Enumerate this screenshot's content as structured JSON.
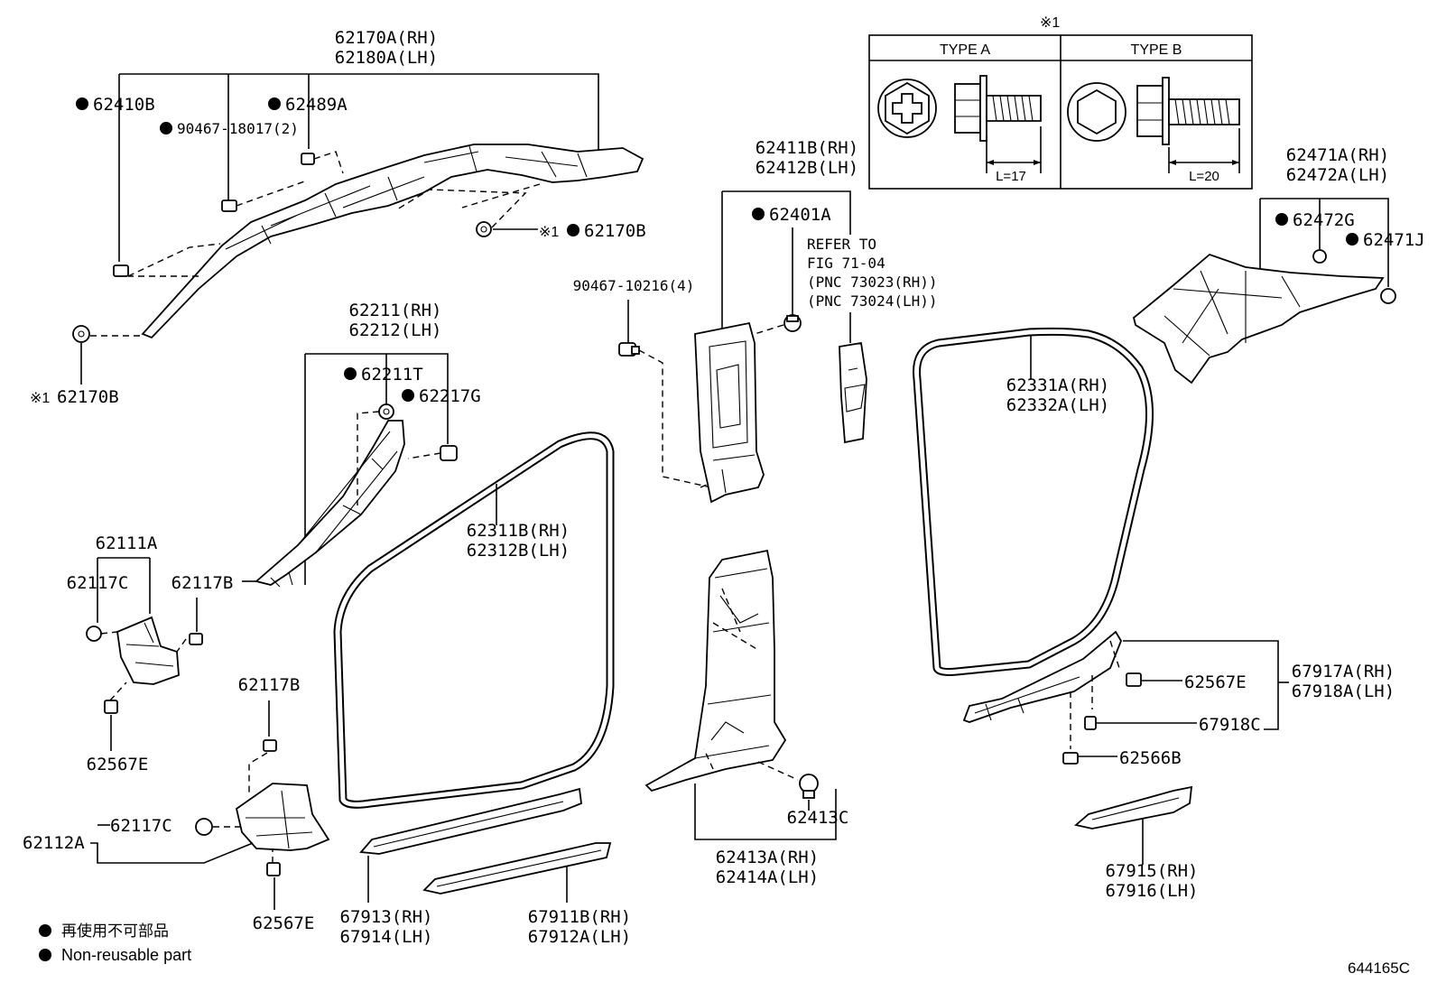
{
  "diagram": {
    "type_table": {
      "marker": "※1",
      "type_a": {
        "label": "TYPE A",
        "length": "L=17"
      },
      "type_b": {
        "label": "TYPE B",
        "length": "L=20"
      }
    },
    "labels": {
      "l_62170a_rh": "62170A(RH)",
      "l_62180a_lh": "62180A(LH)",
      "l_62410b": "62410B",
      "l_62489a": "62489A",
      "l_90467_18017": "90467-18017(2)",
      "l_62170b_top_mark": "※1",
      "l_62170b_top": "62170B",
      "l_62170b_left_mark": "※1",
      "l_62170b_left": "62170B",
      "l_62211_rh": "62211(RH)",
      "l_62212_lh": "62212(LH)",
      "l_62211t": "62211T",
      "l_62217g": "62217G",
      "l_62111a": "62111A",
      "l_62117c_1": "62117C",
      "l_62117b_1": "62117B",
      "l_62567e_1": "62567E",
      "l_62117b_2": "62117B",
      "l_62112a": "62112A",
      "l_62117c_2": "62117C",
      "l_62567e_2": "62567E",
      "l_62311b_rh": "62311B(RH)",
      "l_62312b_lh": "62312B(LH)",
      "l_67913_rh": "67913(RH)",
      "l_67914_lh": "67914(LH)",
      "l_67911b_rh": "67911B(RH)",
      "l_67912a_lh": "67912A(LH)",
      "l_90467_10216": "90467-10216(4)",
      "l_62411b_rh": "62411B(RH)",
      "l_62412b_lh": "62412B(LH)",
      "l_62401a": "62401A",
      "l_refer_1": "REFER TO",
      "l_refer_2": "FIG 71-04",
      "l_refer_3": "(PNC 73023(RH))",
      "l_refer_4": "(PNC 73024(LH))",
      "l_62413c": "62413C",
      "l_62413a_rh": "62413A(RH)",
      "l_62414a_lh": "62414A(LH)",
      "l_62471a_rh": "62471A(RH)",
      "l_62472a_lh": "62472A(LH)",
      "l_62472g": "62472G",
      "l_62471j": "62471J",
      "l_62331a_rh": "62331A(RH)",
      "l_62332a_lh": "62332A(LH)",
      "l_62567e_3": "62567E",
      "l_67917a_rh": "67917A(RH)",
      "l_67918a_lh": "67918A(LH)",
      "l_67918c": "67918C",
      "l_62566b": "62566B",
      "l_67915_rh": "67915(RH)",
      "l_67916_lh": "67916(LH)"
    },
    "legend": {
      "jp": "再使用不可部品",
      "en": "Non-reusable part"
    },
    "figure_id": "644165C"
  }
}
